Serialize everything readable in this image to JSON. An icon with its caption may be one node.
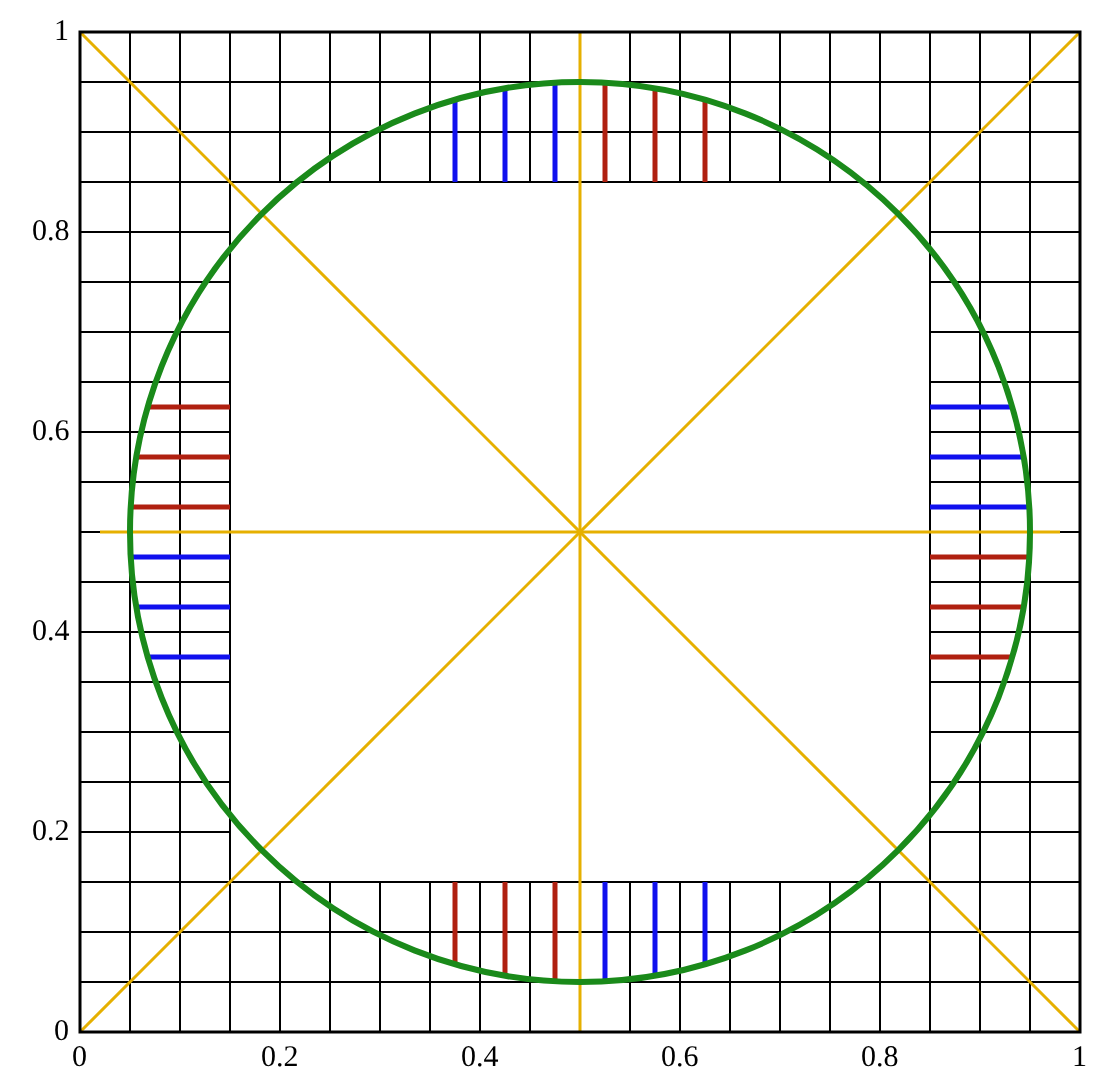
{
  "diagram": {
    "labels": [
      "1",
      "0.8",
      "0.6",
      "0.4",
      "0.2",
      "0",
      "0",
      "0.2",
      "0.4",
      "0.6",
      "0.8",
      "1"
    ]
  }
}
